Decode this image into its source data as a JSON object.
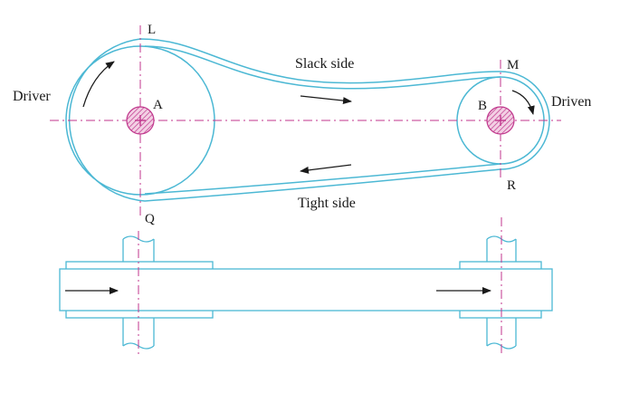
{
  "labels": {
    "driver": "Driver",
    "driven": "Driven",
    "slack_side": "Slack side",
    "tight_side": "Tight side",
    "point_a": "A",
    "point_b": "B",
    "point_l": "L",
    "point_m": "M",
    "point_q": "Q",
    "point_r": "R"
  },
  "colors": {
    "belt": "#4cb8d4",
    "centerline": "#c0368c",
    "shaft_hatch": "#c0368c",
    "arrow": "#1a1a1a",
    "text": "#1a1a1a"
  }
}
